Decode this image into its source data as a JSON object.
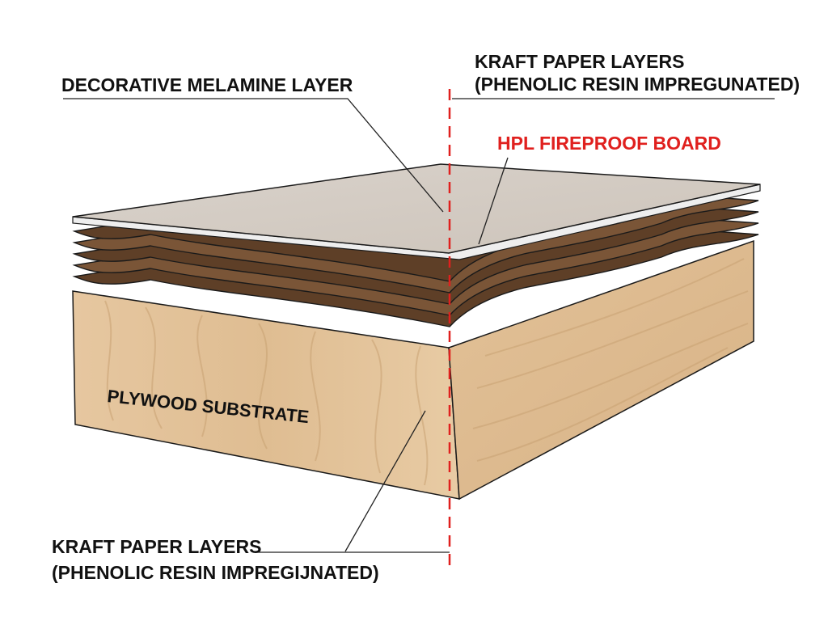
{
  "diagram": {
    "title": "HPL fireproof board layer structure",
    "labels": {
      "decorative": "DECORATIVE MELAMINE LAYER",
      "kraft_top_line1": "KRAFT PAPER LAYERS",
      "kraft_top_line2": "(PHENOLIC RESIN IMPREGUNATED)",
      "hpl": "HPL FIREPROOF BOARD",
      "plywood": "PLYWOOD SUBSTRATE",
      "kraft_bottom_line1": "KRAFT PAPER LAYERS",
      "kraft_bottom_line2": "(PHENOLIC RESIN IMPREGIJNATED)"
    },
    "kraft_sheet_count": 5,
    "colors": {
      "melamine_top": "#d3cbc3",
      "melamine_edge": "#eeeeee",
      "kraft": "#7a5537",
      "kraft_dark": "#5e3f27",
      "plywood_front": "#e3c298",
      "plywood_side": "#dcb98d",
      "section_line": "#e0201e",
      "hpl_label": "#e0201e",
      "outline": "#1a1a1a"
    }
  }
}
